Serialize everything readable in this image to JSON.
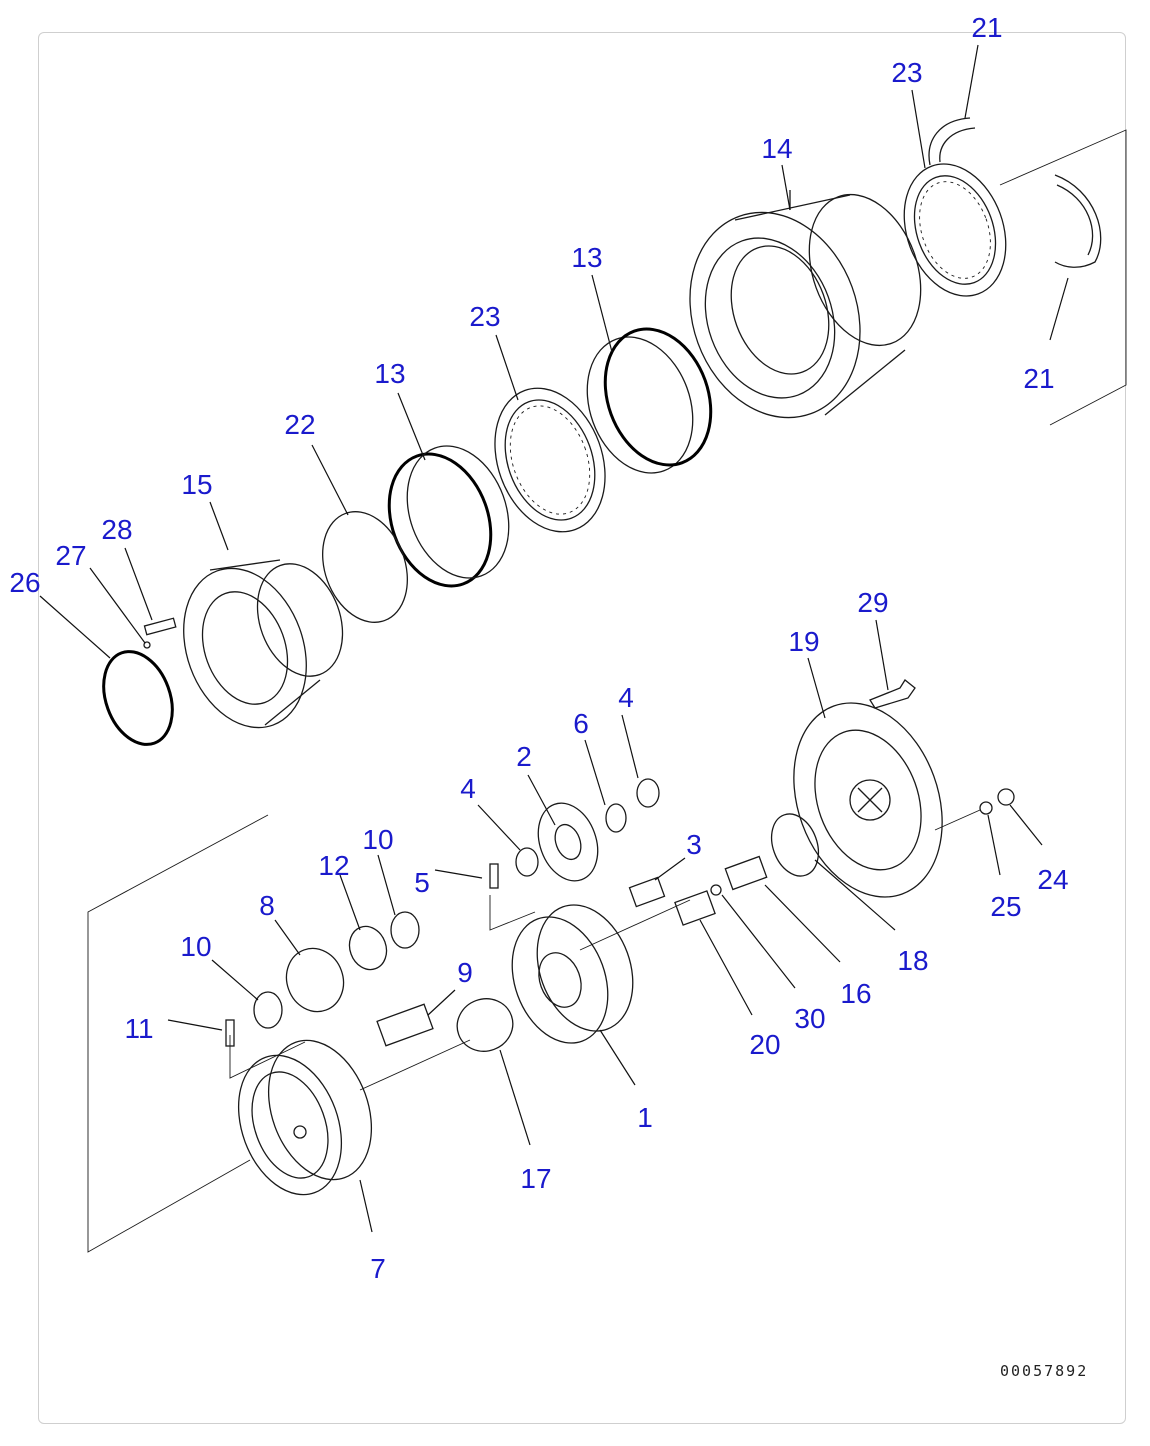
{
  "drawing_code": "00057892",
  "callouts": [
    "21",
    "23",
    "14",
    "21",
    "13",
    "23",
    "13",
    "22",
    "15",
    "28",
    "27",
    "26",
    "29",
    "19",
    "4",
    "6",
    "2",
    "4",
    "3",
    "10",
    "12",
    "5",
    "8",
    "10",
    "9",
    "11",
    "1",
    "17",
    "7",
    "20",
    "30",
    "16",
    "18",
    "25",
    "24"
  ]
}
